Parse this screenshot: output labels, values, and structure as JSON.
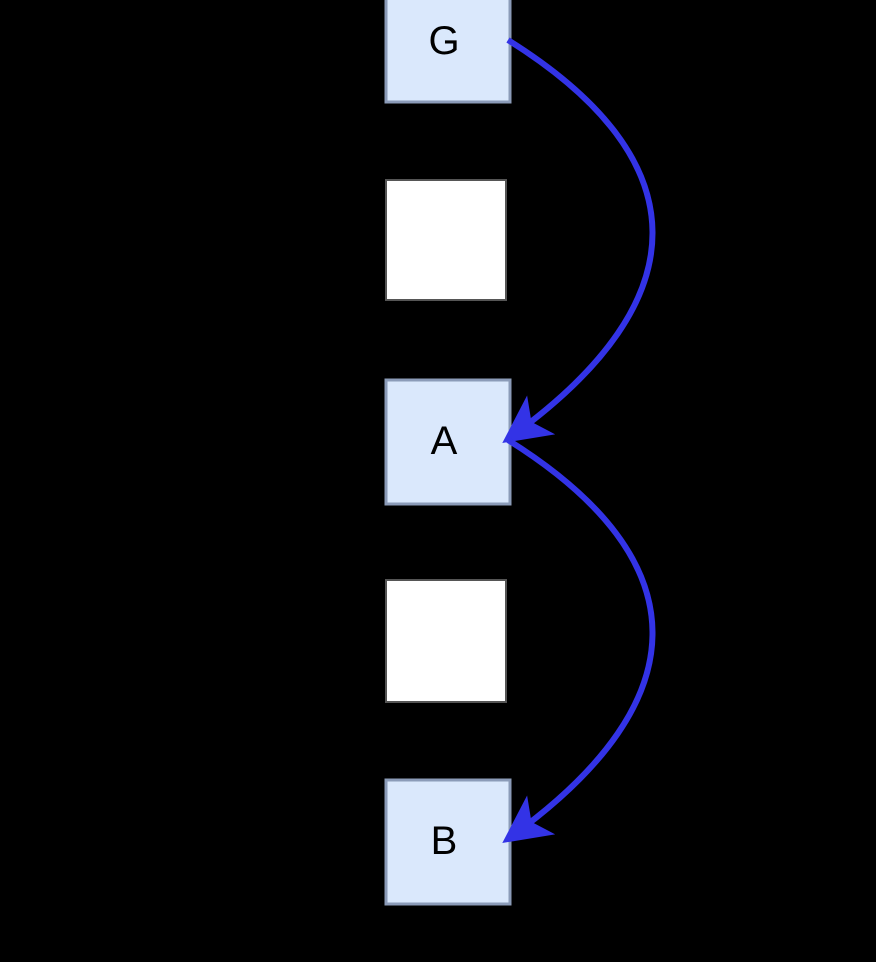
{
  "colors": {
    "background": "#000000",
    "labeled_node_fill": "#dae8fc",
    "labeled_node_stroke": "#8b9bb8",
    "blank_node_fill": "#ffffff",
    "curve_arrow": "#3333e6",
    "connector": "#000000"
  },
  "nodes": [
    {
      "id": "G",
      "label": "G",
      "style": "labeled"
    },
    {
      "id": "blank-1",
      "label": "",
      "style": "blank"
    },
    {
      "id": "A",
      "label": "A",
      "style": "labeled"
    },
    {
      "id": "blank-2",
      "label": "",
      "style": "blank"
    },
    {
      "id": "B",
      "label": "B",
      "style": "labeled"
    }
  ],
  "curved_arrows": [
    {
      "from": "G",
      "to": "A"
    },
    {
      "from": "A",
      "to": "B"
    }
  ]
}
